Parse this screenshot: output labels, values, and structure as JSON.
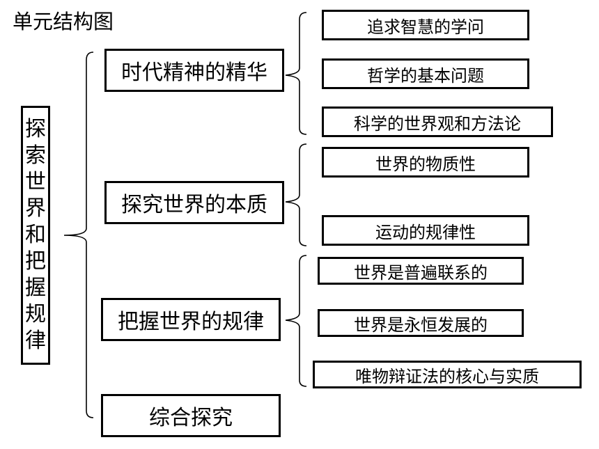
{
  "title": "单元结构图",
  "root": "探索世界和把握规律",
  "sections": [
    {
      "label": "时代精神的精华",
      "items": [
        "追求智慧的学问",
        "哲学的基本问题",
        "科学的世界观和方法论"
      ]
    },
    {
      "label": "探究世界的本质",
      "items": [
        "世界的物质性",
        "运动的规律性"
      ]
    },
    {
      "label": "把握世界的规律",
      "items": [
        "世界是普遍联系的",
        "世界是永恒发展的",
        "唯物辩证法的核心与实质"
      ]
    },
    {
      "label": "综合探究",
      "items": []
    }
  ]
}
